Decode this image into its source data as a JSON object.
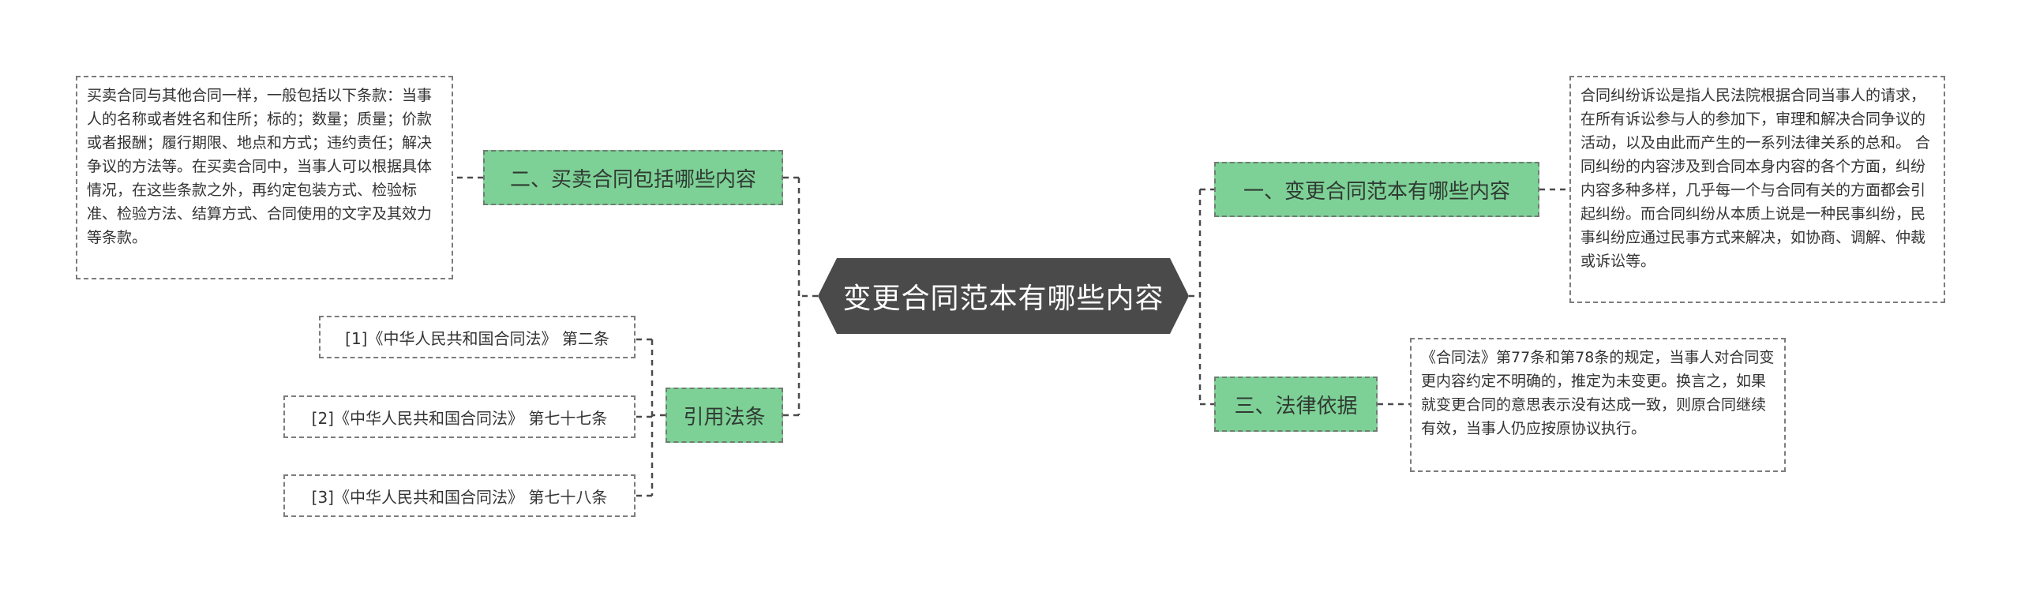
{
  "center": {
    "title": "变更合同范本有哪些内容"
  },
  "branches": {
    "b1": {
      "label": "一、变更合同范本有哪些内容"
    },
    "b2": {
      "label": "二、买卖合同包括哪些内容"
    },
    "b3": {
      "label": "三、法律依据"
    },
    "b4": {
      "label": "引用法条"
    }
  },
  "leaves": {
    "b1_text": "合同纠纷诉讼是指人民法院根据合同当事人的请求，在所有诉讼参与人的参加下，审理和解决合同争议的活动，以及由此而产生的一系列法律关系的总和。 合同纠纷的内容涉及到合同本身内容的各个方面，纠纷内容多种多样，几乎每一个与合同有关的方面都会引起纠纷。而合同纠纷从本质上说是一种民事纠纷，民事纠纷应通过民事方式来解决，如协商、调解、仲裁或诉讼等。",
    "b2_text": "买卖合同与其他合同一样，一般包括以下条款：当事人的名称或者姓名和住所；标的；数量；质量；价款或者报酬；履行期限、地点和方式；违约责任；解决争议的方法等。在买卖合同中，当事人可以根据具体情况，在这些条款之外，再约定包装方式、检验标准、检验方法、结算方式、合同使用的文字及其效力等条款。",
    "b3_text": "《合同法》第77条和第78条的规定，当事人对合同变更内容约定不明确的，推定为未变更。换言之，如果就变更合同的意思表示没有达成一致，则原合同继续有效，当事人仍应按原协议执行。"
  },
  "refs": [
    {
      "label": "[1]《中华人民共和国合同法》 第二条"
    },
    {
      "label": "[2]《中华人民共和国合同法》 第七十七条"
    },
    {
      "label": "[3]《中华人民共和国合同法》 第七十八条"
    }
  ],
  "colors": {
    "center": "#4a4a4a",
    "branch": "#7ed196",
    "line": "#4a4a4a"
  }
}
